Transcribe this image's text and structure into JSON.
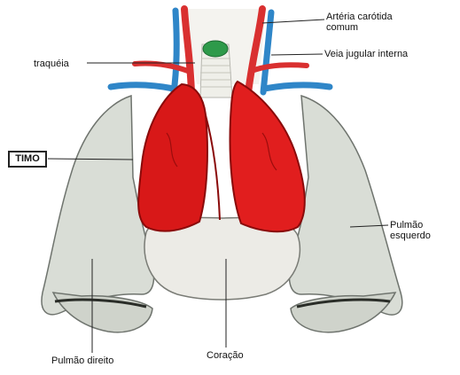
{
  "labels": {
    "carotid_line1": "Artéria carótida",
    "carotid_line2": "comum",
    "jugular": "Veia jugular interna",
    "trachea": "traquéia",
    "thymus": "TIMO",
    "left_lung_line1": "Pulmão",
    "left_lung_line2": "esquerdo",
    "right_lung": "Pulmão direito",
    "heart": "Coração"
  },
  "colors": {
    "thymus": "#d81818",
    "thymus_dark": "#8a0a0a",
    "lung": "#d9ddd6",
    "lung_shadow": "#9ea39c",
    "heart": "#ecebe6",
    "artery": "#d93030",
    "vein": "#2f86c8",
    "trachea": "#f2f2ee",
    "thyroid": "#2e9a4a"
  }
}
